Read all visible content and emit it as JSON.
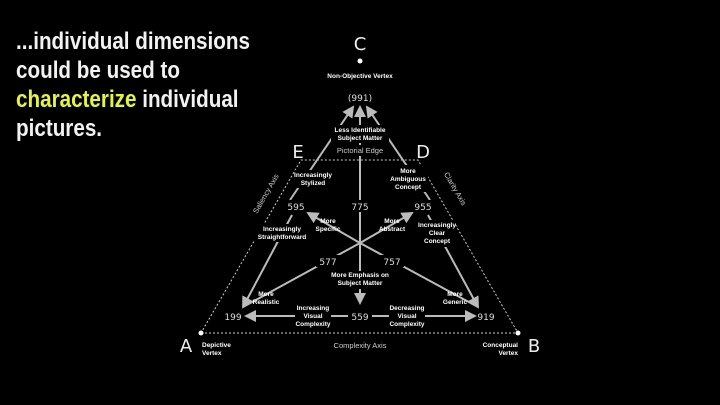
{
  "headline": {
    "line1": "...individual dimensions",
    "line2": "could be used to",
    "highlight": "characterize",
    "line3_rest": " individual",
    "line4": "pictures.",
    "highlight_color": "#e6f53a"
  },
  "diagram": {
    "vertices": {
      "A": "A",
      "B": "B",
      "C": "C",
      "D": "D",
      "E": "E"
    },
    "vertex_labels": {
      "non_objective": "Non-Objective Vertex",
      "depictive_1": "Depictive",
      "depictive_2": "Vertex",
      "conceptual_1": "Conceptual",
      "conceptual_2": "Vertex"
    },
    "axes": {
      "pictorial": "Pictorial Edge",
      "saliency": "Saliency Axis",
      "clarity": "Clarity Axis",
      "complexity": "Complexity Axis"
    },
    "numbers": {
      "n991": "(991)",
      "n595": "595",
      "n775": "775",
      "n955": "955",
      "n577": "577",
      "n757": "757",
      "n199": "199",
      "n559": "559",
      "n919": "919"
    },
    "annotations": {
      "less_ident_1": "Less Identifiable",
      "less_ident_2": "Subject Matter",
      "stylized_1": "Increasingly",
      "stylized_2": "Stylized",
      "ambiguous_1": "More",
      "ambiguous_2": "Ambiguous",
      "ambiguous_3": "Concept",
      "specific_1": "More",
      "specific_2": "Specific",
      "abstract_1": "More",
      "abstract_2": "Abstract",
      "straight_1": "Increasingly",
      "straight_2": "Straightforward",
      "clear_1": "Increasingly",
      "clear_2": "Clear",
      "clear_3": "Concept",
      "emphasis_1": "More Emphasis on",
      "emphasis_2": "Subject Matter",
      "realistic_1": "More",
      "realistic_2": "Realistic",
      "generic_1": "More",
      "generic_2": "Generic",
      "inc_vis_1": "Increasing",
      "inc_vis_2": "Visual",
      "inc_vis_3": "Complexity",
      "dec_vis_1": "Decreasing",
      "dec_vis_2": "Visual",
      "dec_vis_3": "Complexity"
    }
  }
}
